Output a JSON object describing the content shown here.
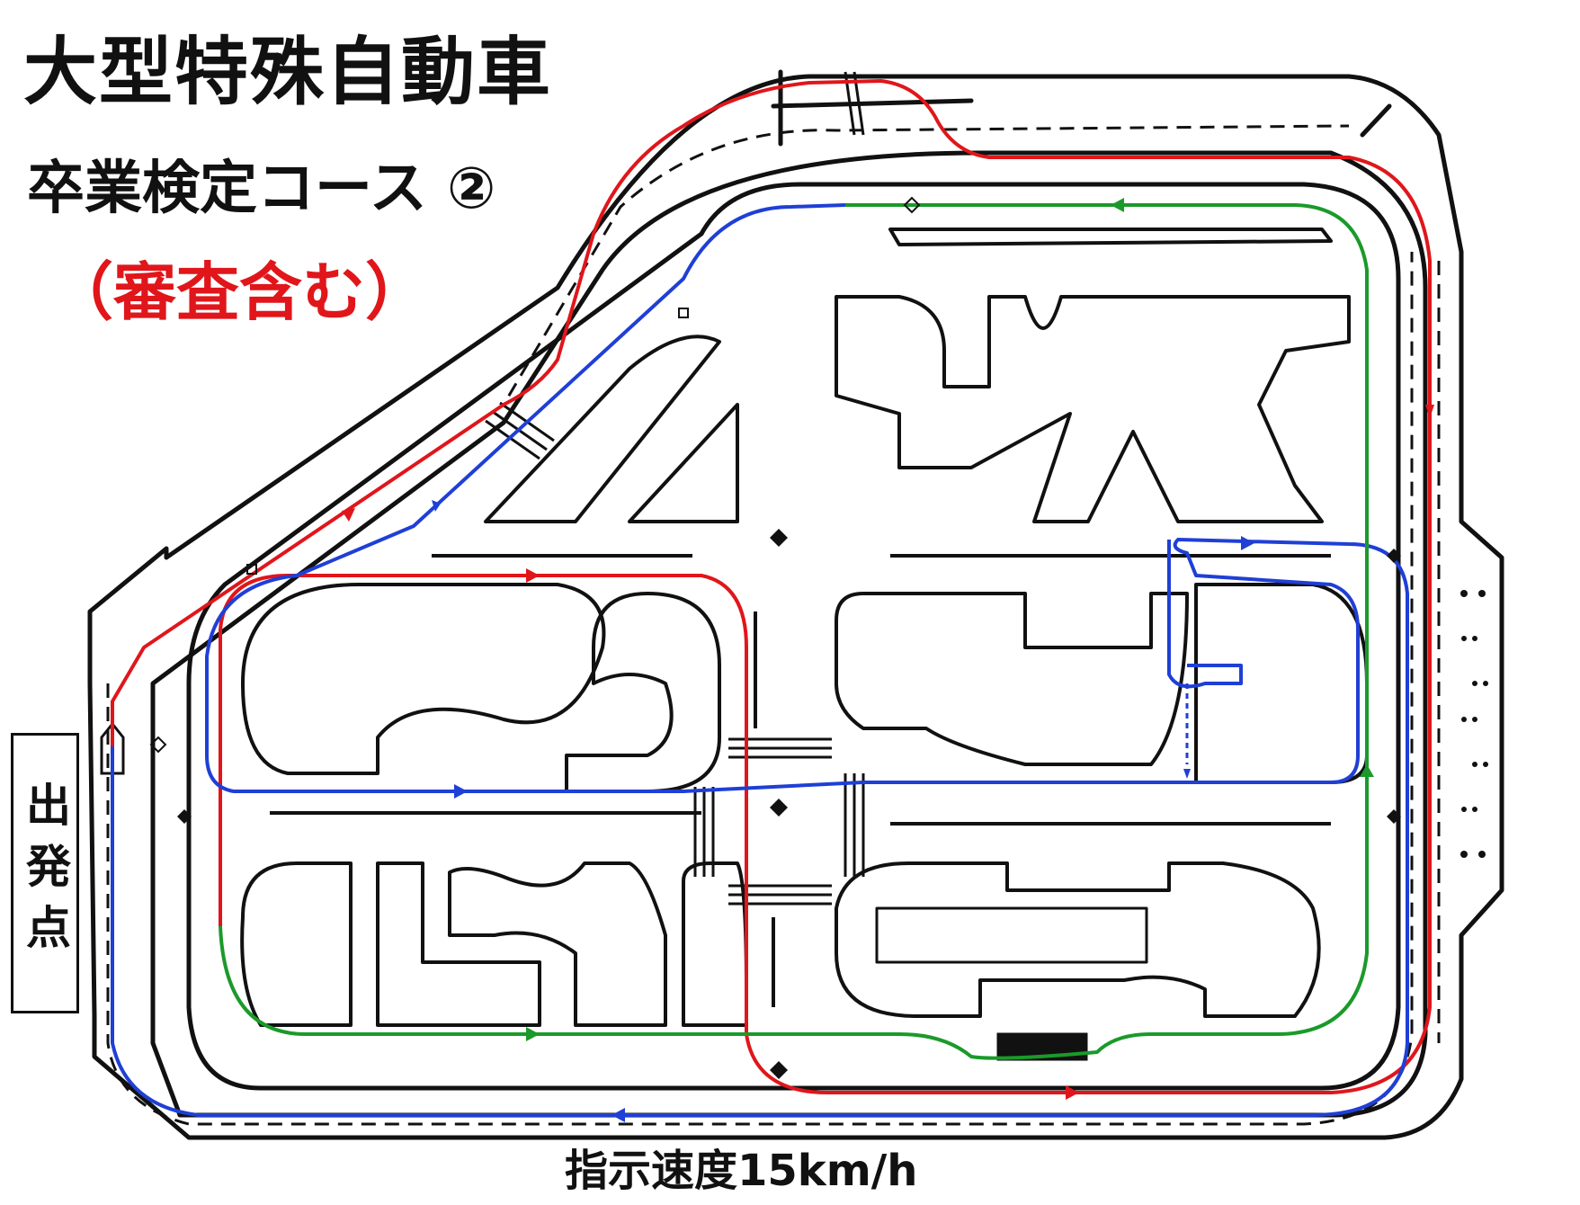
{
  "title": "大型特殊自動車",
  "subtitle": "卒業検定コース ②",
  "note": "（審査含む）",
  "start_label": "出発点",
  "speed_label": "指示速度15km/h",
  "colors": {
    "route_red": "#e0161b",
    "route_blue": "#1f3fd6",
    "route_green": "#1a9a2a",
    "track": "#111111"
  },
  "legend_routes": [
    "red",
    "blue",
    "green"
  ]
}
